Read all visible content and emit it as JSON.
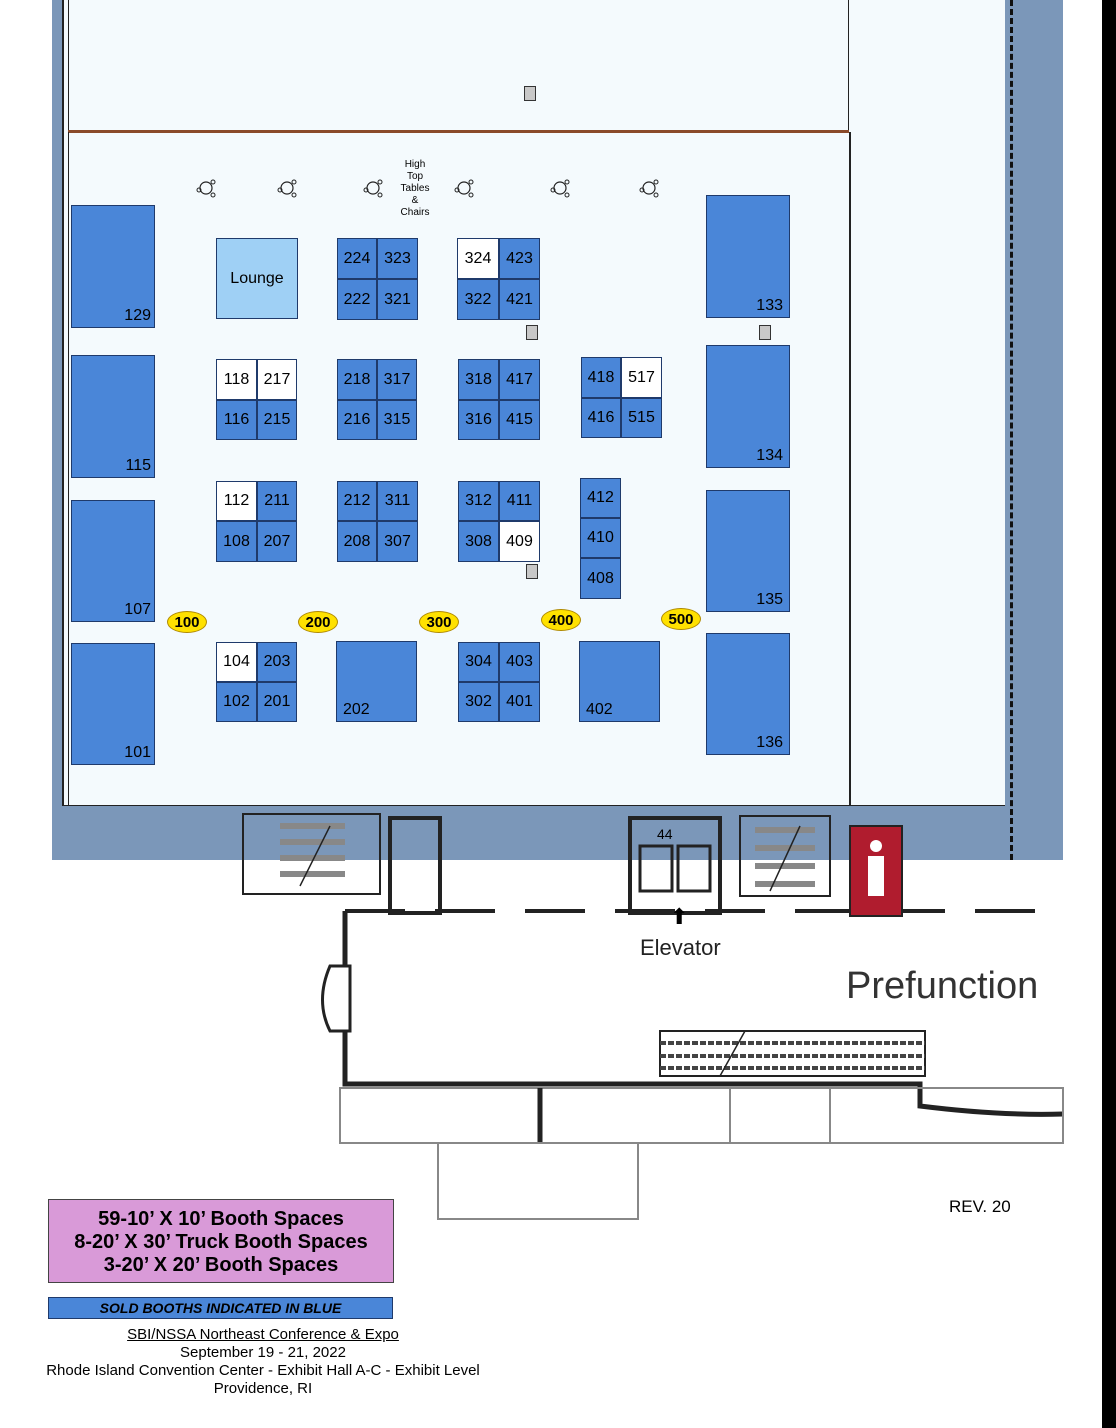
{
  "hall": {
    "lounge_label": "Lounge",
    "high_top_label": [
      "High",
      "Top",
      "Tables",
      "&",
      "Chairs"
    ],
    "elevator_label": "Elevator",
    "prefunction_label": "Prefunction",
    "elevator_number": "44"
  },
  "booths": {
    "b129": "129",
    "b115": "115",
    "b107": "107",
    "b101": "101",
    "b133": "133",
    "b134": "134",
    "b135": "135",
    "b136": "136",
    "b224": "224",
    "b323": "323",
    "b222": "222",
    "b321": "321",
    "b324": "324",
    "b423": "423",
    "b322": "322",
    "b421": "421",
    "b118": "118",
    "b217": "217",
    "b116": "116",
    "b215": "215",
    "b218": "218",
    "b317": "317",
    "b216": "216",
    "b315": "315",
    "b318": "318",
    "b417": "417",
    "b316": "316",
    "b415": "415",
    "b418": "418",
    "b517": "517",
    "b416": "416",
    "b515": "515",
    "b112": "112",
    "b211": "211",
    "b108": "108",
    "b207": "207",
    "b212": "212",
    "b311": "311",
    "b208": "208",
    "b307": "307",
    "b312": "312",
    "b411": "411",
    "b308": "308",
    "b409": "409",
    "b412": "412",
    "b410": "410",
    "b408": "408",
    "b104": "104",
    "b203": "203",
    "b102": "102",
    "b201": "201",
    "b202": "202",
    "b304": "304",
    "b403": "403",
    "b302": "302",
    "b401": "401",
    "b402": "402"
  },
  "aisles": [
    "100",
    "200",
    "300",
    "400",
    "500"
  ],
  "legend": {
    "spaces": [
      "59-10’ X 10’ Booth Spaces",
      "8-20’ X 30’ Truck Booth Spaces",
      "3-20’ X 20’ Booth Spaces"
    ],
    "sold_note": "SOLD BOOTHS INDICATED IN BLUE",
    "revision": "REV. 20"
  },
  "event": {
    "name": "SBI/NSSA Northeast Conference & Expo",
    "dates": "September 19 - 21, 2022",
    "venue": "Rhode Island Convention Center - Exhibit Hall A-C - Exhibit Level",
    "city": "Providence, RI"
  },
  "colors": {
    "sold": "#4a86d8",
    "unsold": "#ffffff",
    "lounge": "#9fd0f5",
    "legend_bg": "#d99ad8",
    "aisle_marker": "#ffe100",
    "wall_blue": "#7b97b9"
  }
}
